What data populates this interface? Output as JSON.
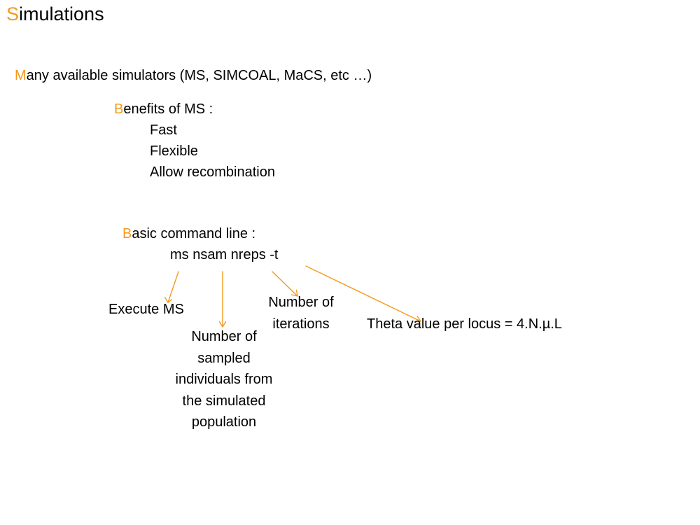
{
  "title": {
    "first_letter": "S",
    "rest": "imulations"
  },
  "intro": {
    "first_letter": "M",
    "rest": "any available simulators (MS, SIMCOAL, MaCS, etc …)"
  },
  "benefits": {
    "heading_first_letter": "B",
    "heading_rest": "enefits of MS :",
    "items": [
      "Fast",
      "Flexible",
      "Allow recombination"
    ]
  },
  "command": {
    "heading_first_letter": "B",
    "heading_rest": "asic command line :",
    "line": "ms nsam nreps -t"
  },
  "annotations": {
    "ms": "Execute MS",
    "nsam_lines": [
      "Number of",
      "sampled",
      "individuals from",
      "the simulated",
      "population"
    ],
    "nreps_lines": [
      "Number of",
      "iterations"
    ],
    "theta": "Theta value per locus = 4.N.µ.L"
  },
  "colors": {
    "accent": "#f39b1e",
    "arrow": "#f39b1e",
    "text": "#000000",
    "background": "#ffffff"
  }
}
